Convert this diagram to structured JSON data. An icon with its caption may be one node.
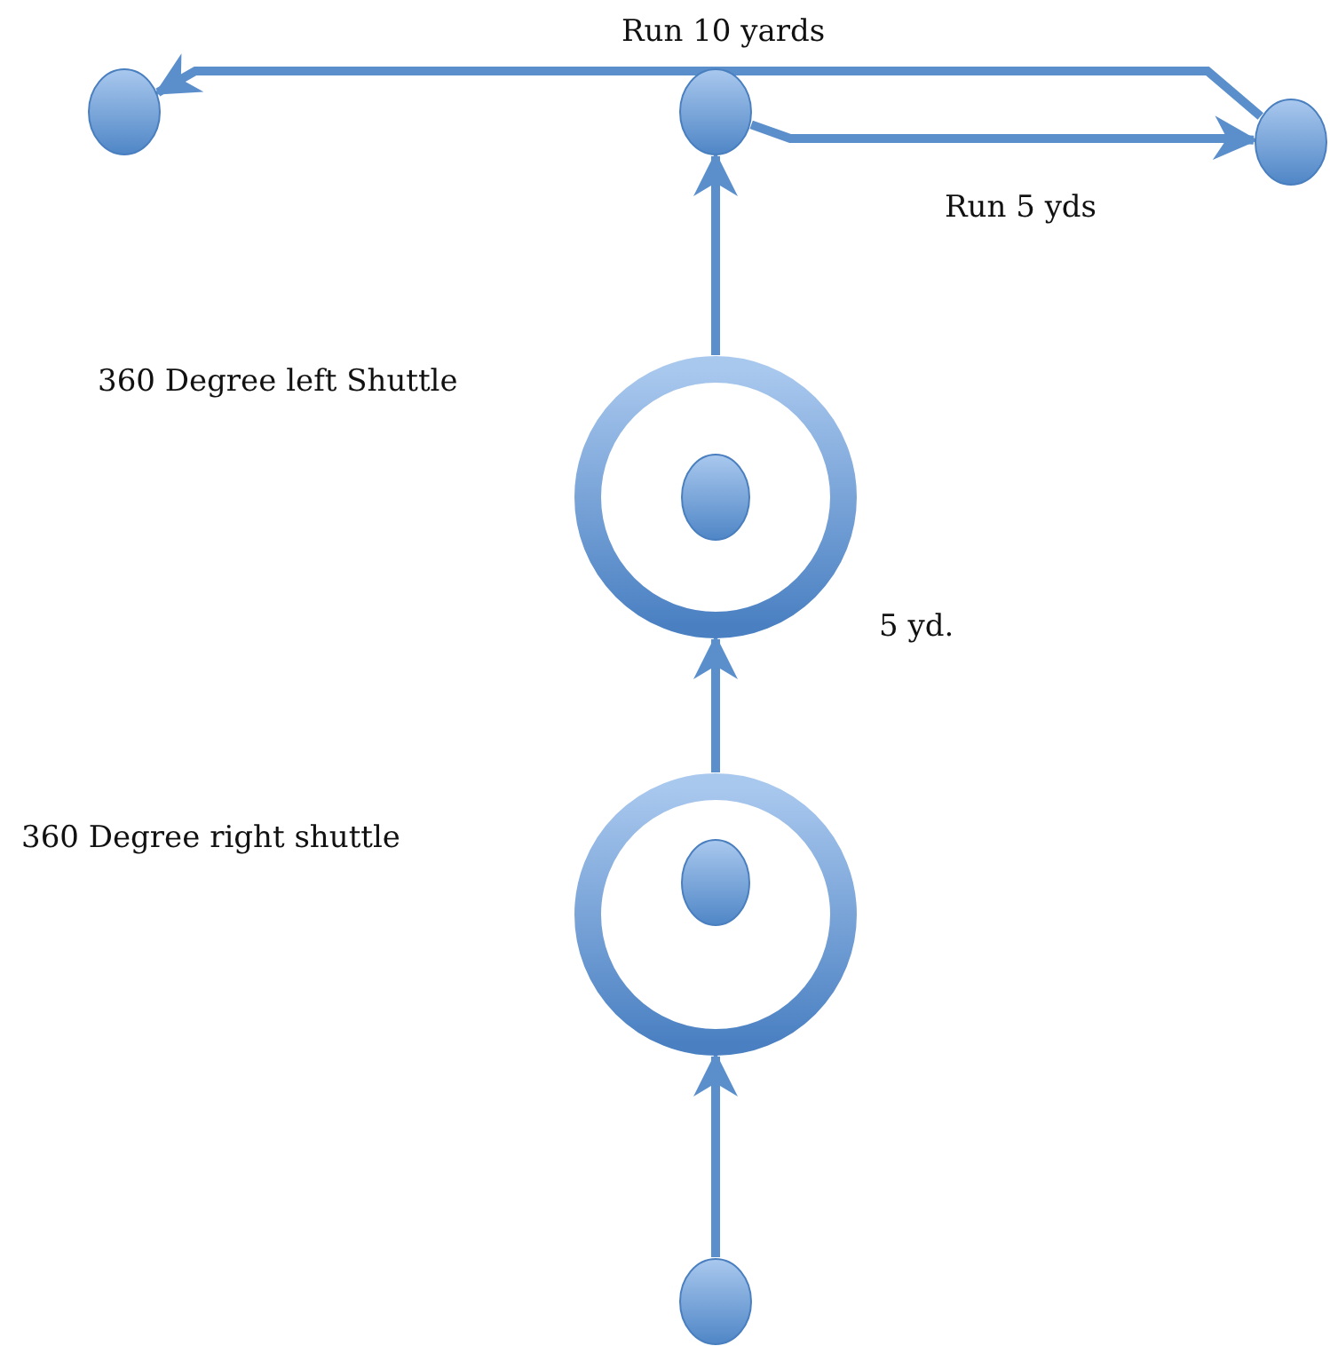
{
  "diagram": {
    "nodes": [
      {
        "text": [],
        "shape": "circle"
      },
      {
        "text": [],
        "shape": "circle"
      },
      {
        "text": [],
        "shape": "circle"
      },
      {
        "text": [],
        "shape": "circle"
      },
      {
        "text": [],
        "shape": "circle",
        "in": 3
      },
      {
        "text": [],
        "shape": "circle"
      },
      {
        "text": [],
        "shape": "circle",
        "in": 5
      },
      {
        "text": [],
        "shape": "circle"
      }
    ],
    "edges": [
      {
        "from": 7,
        "to": 5,
        "arrow": "to"
      },
      {
        "from": 5,
        "to": 3,
        "arrow": "to"
      },
      {
        "from": 3,
        "to": 1,
        "arrow": "to"
      },
      {
        "from": 1,
        "to": 2,
        "arrow": "to",
        "label": "Run 5 yds"
      },
      {
        "from": 2,
        "to": 0,
        "arrow": "to",
        "label": "Run 10 yards"
      }
    ],
    "labels": [
      "360 Degree left Shuttle",
      "5 yd.",
      "360 Degree right shuttle"
    ]
  }
}
